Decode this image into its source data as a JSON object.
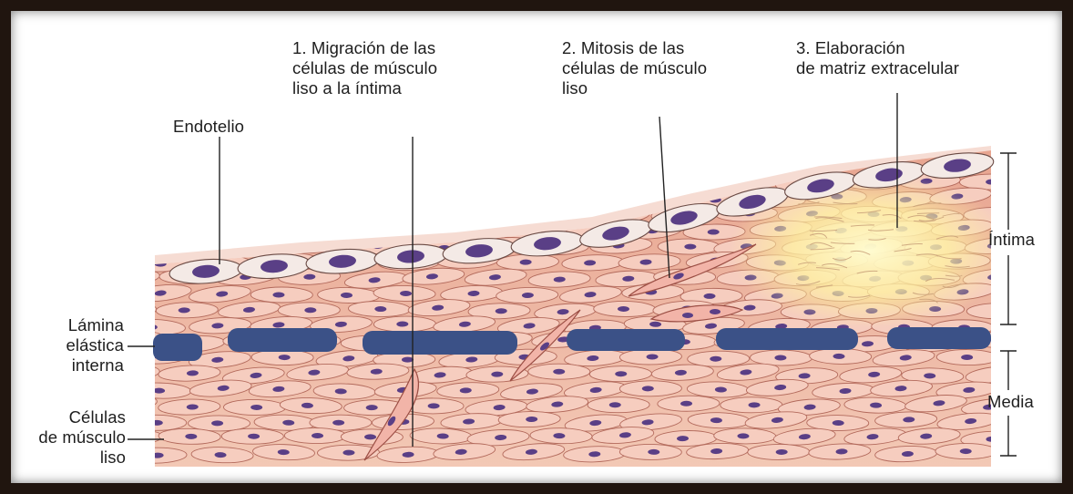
{
  "labels": {
    "step1": "1. Migración de las\ncélulas de músculo\nliso a la íntima",
    "step2": "2. Mitosis de las\ncélulas de músculo\nliso",
    "step3": "3. Elaboración\nde matriz extracelular",
    "endotelio": "Endotelio",
    "lamina": "Lámina\nelástica\ninterna",
    "celulas": "Células\nde músculo\nliso",
    "intima": "Íntima",
    "media": "Media"
  },
  "colors": {
    "frame": "#20150f",
    "tissue": "#f2c6b4",
    "cell_fill": "#f6cdbf",
    "cell_border": "#b36a5c",
    "nucleus": "#5a3f86",
    "lamina": "#3b5187",
    "endothelium": "#f4eae6",
    "matrix_glow": "#fff6b0"
  }
}
